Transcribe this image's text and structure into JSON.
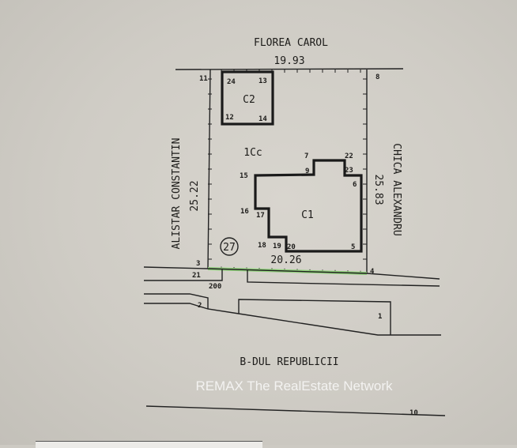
{
  "streets": {
    "north": "FLOREA CAROL",
    "west": "ALISTAR CONSTANTIN",
    "east": "CHICA ALEXANDRU",
    "south": "B-DUL REPUBLICII"
  },
  "dimensions": {
    "north": "19.93",
    "west": "25.22",
    "east": "25.83",
    "south": "20.26"
  },
  "parcel": {
    "number": "27",
    "label": "1Cc"
  },
  "buildings": {
    "c1": "C1",
    "c2": "C2"
  },
  "points": {
    "p1": "1",
    "p2": "2",
    "p3": "3",
    "p4": "4",
    "p5": "5",
    "p6": "6",
    "p7": "7",
    "p8": "8",
    "p9": "9",
    "p10": "10",
    "p11": "11",
    "p12": "12",
    "p13": "13",
    "p14": "14",
    "p15": "15",
    "p16": "16",
    "p17": "17",
    "p18": "18",
    "p19": "19",
    "p20": "20",
    "p21": "21",
    "p22": "22",
    "p23": "23",
    "p24": "24",
    "p200": "200"
  },
  "watermark": "REMAX The RealEstate Network",
  "colors": {
    "frontage_highlight": "#8fd17a",
    "ink": "#1d1c1a",
    "paper": "#cfccc5"
  }
}
